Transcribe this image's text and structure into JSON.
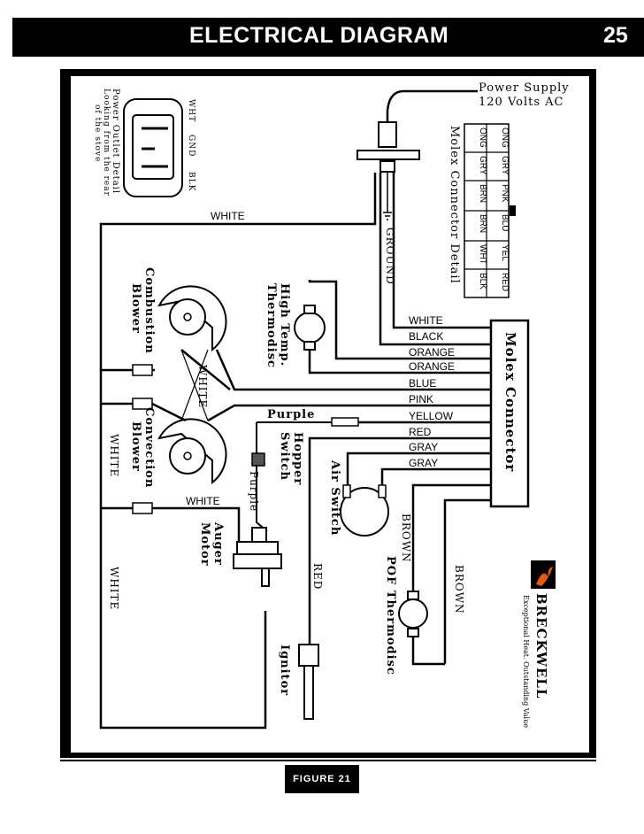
{
  "page": {
    "title": "ELECTRICAL DIAGRAM",
    "page_number": "25",
    "figure_label": "FIGURE 21"
  },
  "diagram": {
    "power_supply": [
      "Power Supply",
      "120 Volts AC"
    ],
    "outlet_detail": [
      "Power Outlet Detail",
      "Looking from the rear",
      "of the stove"
    ],
    "outlet_pins": [
      "WHT",
      "GND",
      "BLK"
    ],
    "molex_detail_title": "Molex Connector Detail",
    "molex_detail_rows": [
      [
        "ONG",
        "GRY",
        "PNK",
        "BLU",
        "YEL",
        "RED"
      ],
      [
        "ONG",
        "GRY",
        "BRN",
        "BRN",
        "WHT",
        "BLK"
      ]
    ],
    "molex_connector": "Molex Connector",
    "ground": "GROUND",
    "wires": [
      "WHITE",
      "BLACK",
      "ORANGE",
      "ORANGE",
      "BLUE",
      "PINK",
      "YELLOW",
      "RED",
      "GRAY",
      "GRAY"
    ],
    "white_label": "WHITE",
    "purple_label": "Purple",
    "brown_label": "BROWN",
    "red_label": "RED",
    "components": {
      "combustion_blower": [
        "Combustion",
        "Blower"
      ],
      "convection_blower": [
        "Convection",
        "Blower"
      ],
      "high_temp": [
        "High Temp.",
        "Thermodisc"
      ],
      "hopper_switch": [
        "Hopper",
        "Switch"
      ],
      "air_switch": "Air Switch",
      "auger_motor": [
        "Auger",
        "Motor"
      ],
      "pof_thermodisc": "POF Thermodisc",
      "ignitor": "Ignitor"
    },
    "brand": "BRECKWELL",
    "tagline": "Exceptional Heat. Outstanding Value"
  }
}
